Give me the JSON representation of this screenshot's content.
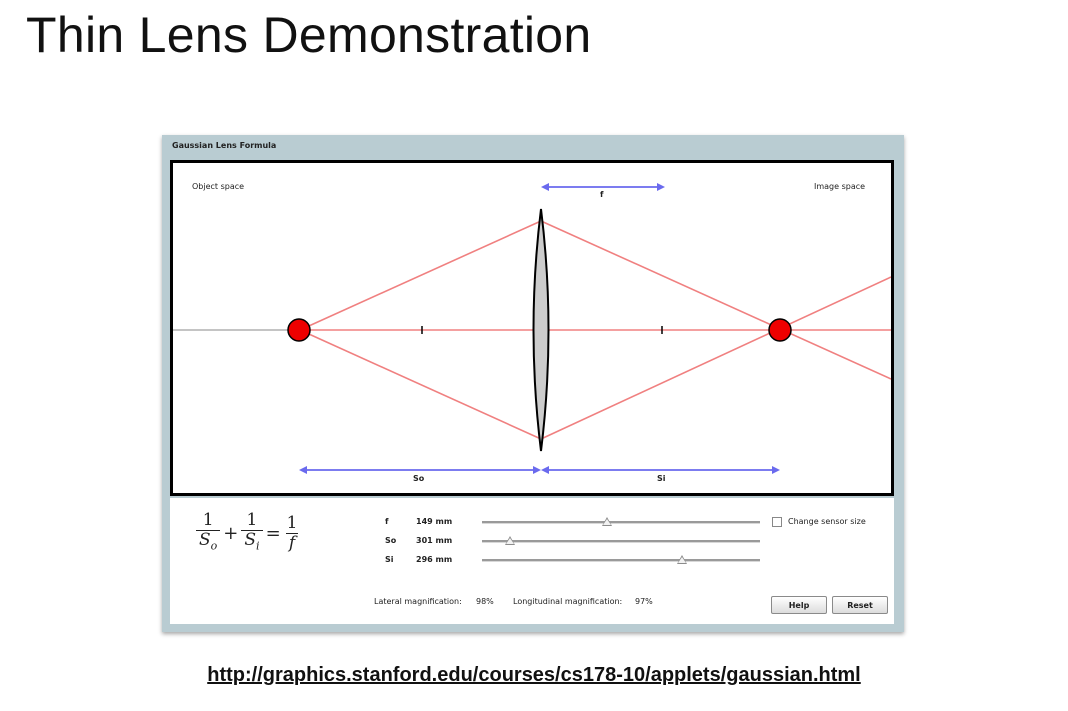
{
  "slide": {
    "title": "Thin Lens Demonstration",
    "url": "http://graphics.stanford.edu/courses/cs178-10/applets/gaussian.html"
  },
  "applet": {
    "title": "Gaussian Lens Formula",
    "canvas": {
      "object_space_label": "Object space",
      "image_space_label": "Image space",
      "focal_label": "f",
      "so_label": "So",
      "si_label": "Si",
      "ray_color": "#f08080",
      "point_color": "#ee0000",
      "arrow_color": "#6a6aee",
      "lens_fill": "#cccccc"
    },
    "formula": {
      "one": "1",
      "so": "S",
      "so_sub": "o",
      "si": "S",
      "si_sub": "i",
      "f": "f",
      "plus": "+",
      "equals": "="
    },
    "params": [
      {
        "label": "f",
        "value": "149 mm",
        "slider_fraction": 0.45
      },
      {
        "label": "So",
        "value": "301 mm",
        "slider_fraction": 0.1
      },
      {
        "label": "Si",
        "value": "296 mm",
        "slider_fraction": 0.72
      }
    ],
    "sensor": {
      "label": "Change sensor size",
      "checked": false
    },
    "magnification": {
      "lateral_label": "Lateral magnification:",
      "lateral_value": "98%",
      "longitudinal_label": "Longitudinal magnification:",
      "longitudinal_value": "97%"
    },
    "buttons": {
      "help": "Help",
      "reset": "Reset"
    }
  }
}
